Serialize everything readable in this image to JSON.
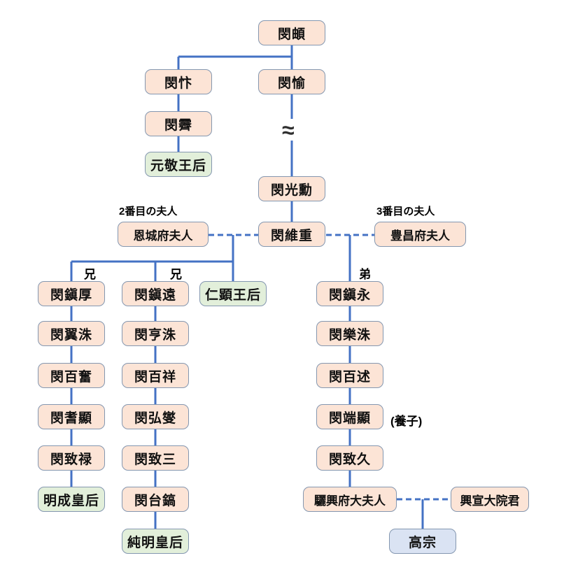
{
  "diagram": {
    "description": "驪興閔氏 family tree",
    "colors": {
      "line": "#4472c4",
      "box_border": "#8497b0",
      "person_fill": "#fce4d6",
      "queen_fill": "#e2efda",
      "king_fill": "#dae3f3"
    },
    "generation_break_symbol": "≈",
    "nodes": {
      "min_jeok": {
        "label": "閔頔"
      },
      "min_byeon": {
        "label": "閔忭"
      },
      "min_yu": {
        "label": "閔愉"
      },
      "min_je": {
        "label": "閔霽"
      },
      "wongyeong": {
        "label": "元敬王后"
      },
      "min_gwanghun": {
        "label": "閔光勳"
      },
      "eunseong": {
        "label": "恩城府夫人"
      },
      "min_yujung": {
        "label": "閔維重"
      },
      "pungchang": {
        "label": "豊昌府夫人"
      },
      "min_jinhu": {
        "label": "閔鎭厚"
      },
      "min_jinwon": {
        "label": "閔鎭遠"
      },
      "inhyeon": {
        "label": "仁顕王后"
      },
      "min_jinyeong": {
        "label": "閔鎭永"
      },
      "min_iksu": {
        "label": "閔翼洙"
      },
      "min_hyeongsu": {
        "label": "閔亨洙"
      },
      "min_naksu": {
        "label": "閔樂洙"
      },
      "min_baekbun": {
        "label": "閔百奮"
      },
      "min_baeksang": {
        "label": "閔百祥"
      },
      "min_baeksul": {
        "label": "閔百述"
      },
      "min_gihyeon": {
        "label": "閔耆顯"
      },
      "min_hongseop": {
        "label": "閔弘燮"
      },
      "min_danhyeon": {
        "label": "閔端顯"
      },
      "min_chirok": {
        "label": "閔致禄"
      },
      "min_chisam": {
        "label": "閔致三"
      },
      "min_chigu": {
        "label": "閔致久"
      },
      "myeongseong": {
        "label": "明成皇后"
      },
      "min_taeho": {
        "label": "閔台鎬"
      },
      "yeoheung": {
        "label": "驪興府大夫人"
      },
      "heungseon": {
        "label": "興宣大院君"
      },
      "sunmyeong": {
        "label": "純明皇后"
      },
      "gojong": {
        "label": "高宗"
      }
    },
    "annotations": {
      "wife2": "2番目の夫人",
      "wife3": "3番目の夫人",
      "elder1": "兄",
      "elder2": "兄",
      "younger": "弟",
      "adopted": "(養子)"
    }
  }
}
